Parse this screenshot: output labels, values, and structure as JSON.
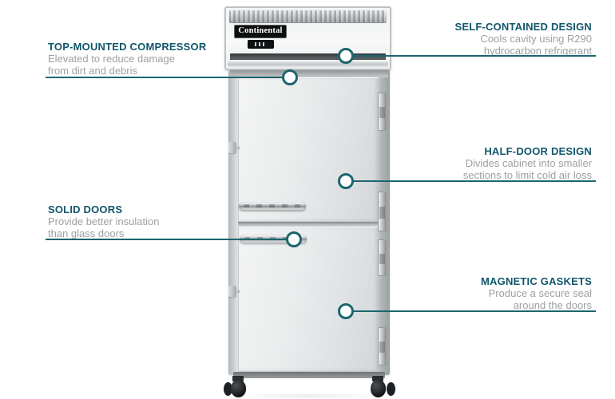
{
  "brand": {
    "logo_text": "Continental"
  },
  "theme": {
    "accent_teal": "#1b6570",
    "title_color": "#11566b",
    "body_text_color": "#9da0a3"
  },
  "callouts": [
    {
      "id": "top-mounted-compressor",
      "title": "TOP-MOUNTED COMPRESSOR",
      "lines": [
        "Elevated to reduce damage",
        "from dirt and debris"
      ],
      "side": "left"
    },
    {
      "id": "self-contained-design",
      "title": "SELF-CONTAINED DESIGN",
      "lines": [
        "Cools cavity using R290",
        "hydrocarbon refrigerant"
      ],
      "side": "right"
    },
    {
      "id": "half-door-design",
      "title": "HALF-DOOR DESIGN",
      "lines": [
        "Divides cabinet into smaller",
        "sections to limit cold air loss"
      ],
      "side": "right"
    },
    {
      "id": "solid-doors",
      "title": "SOLID DOORS",
      "lines": [
        "Provide better insulation",
        "than glass doors"
      ],
      "side": "left"
    },
    {
      "id": "magnetic-gaskets",
      "title": "MAGNETIC GASKETS",
      "lines": [
        "Produce a secure seal",
        "around the doors"
      ],
      "side": "right"
    }
  ]
}
